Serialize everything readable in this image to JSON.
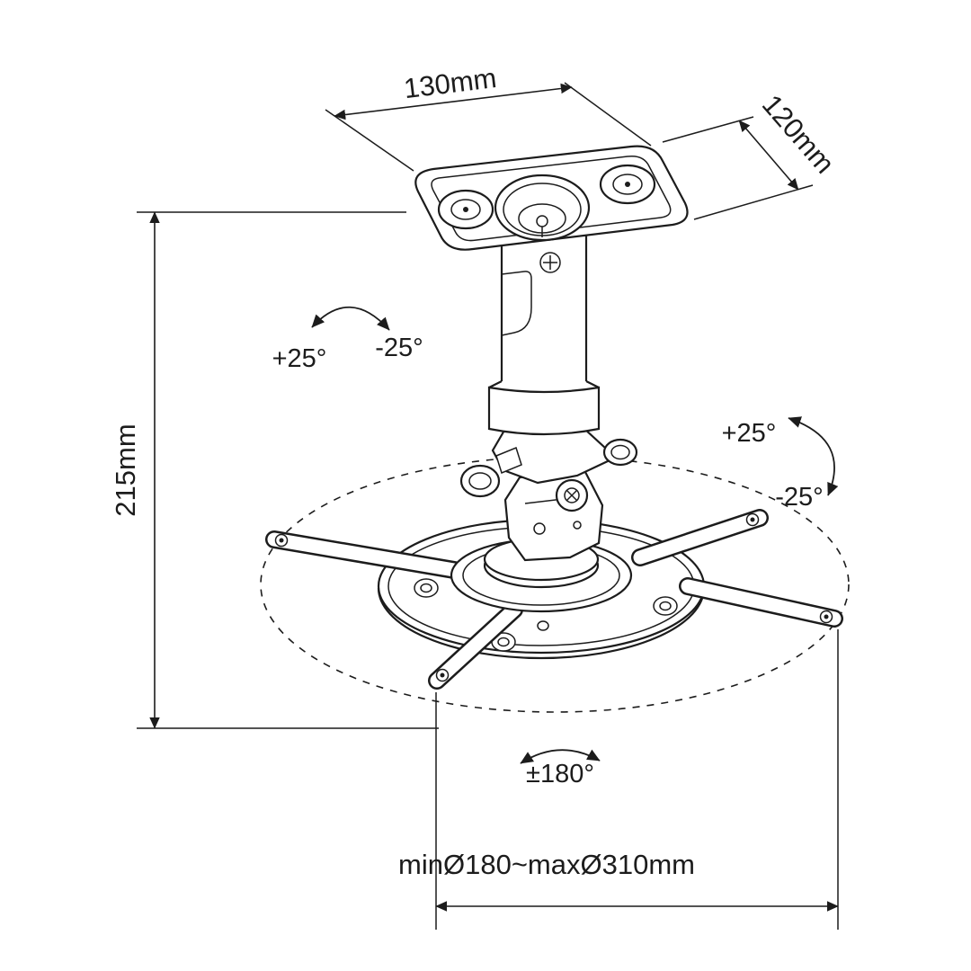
{
  "colors": {
    "line": "#1c1c1c",
    "background": "#ffffff"
  },
  "dimensions": {
    "plate_width": "130mm",
    "plate_depth": "120mm",
    "total_height": "215mm",
    "diameter_range": "minØ180~maxØ310mm"
  },
  "rotation_labels": {
    "top_tilt_plus": "+25°",
    "top_tilt_minus": "-25°",
    "side_tilt_plus": "+25°",
    "side_tilt_minus": "-25°",
    "swivel_range": "±180°"
  }
}
